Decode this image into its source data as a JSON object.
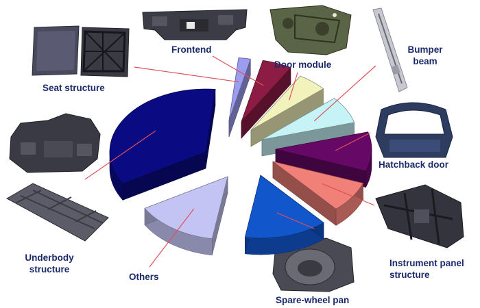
{
  "chart_data": {
    "type": "pie",
    "style": "3d-exploded",
    "slices": [
      {
        "label": "Seat structure",
        "value": 2,
        "color": "#9c9cf0",
        "label_lines": [
          "Seat structure"
        ]
      },
      {
        "label": "Frontend",
        "value": 5,
        "color": "#8c1c44",
        "label_lines": [
          "Frontend"
        ]
      },
      {
        "label": "Door module",
        "value": 5,
        "color": "#f2f2bc",
        "label_lines": [
          "Door module"
        ]
      },
      {
        "label": "Bumper beam",
        "value": 7,
        "color": "#c6f4f6",
        "label_lines": [
          "Bumper",
          "beam"
        ]
      },
      {
        "label": "Hatchback door",
        "value": 10,
        "color": "#660866",
        "label_lines": [
          "Hatchback door"
        ]
      },
      {
        "label": "Instrument panel structure",
        "value": 8,
        "color": "#f08078",
        "label_lines": [
          "Instrument panel",
          "structure"
        ]
      },
      {
        "label": "Spare-wheel pan",
        "value": 14,
        "color": "#1256cc",
        "label_lines": [
          "Spare-wheel pan"
        ]
      },
      {
        "label": "Others",
        "value": 14,
        "color": "#c4c4f4",
        "label_lines": [
          "Others"
        ]
      },
      {
        "label": "Underbody structure",
        "value": 35,
        "color": "#0a0a82",
        "label_lines": [
          "Underbody",
          "structure"
        ]
      }
    ],
    "title": "",
    "legend": "none"
  },
  "images": [
    {
      "name": "seat-structure-photo"
    },
    {
      "name": "frontend-photo"
    },
    {
      "name": "door-module-photo"
    },
    {
      "name": "bumper-beam-photo"
    },
    {
      "name": "hatchback-door-photo"
    },
    {
      "name": "underbody-shield-photo"
    },
    {
      "name": "underbody-floor-photo"
    },
    {
      "name": "instrument-panel-photo"
    },
    {
      "name": "spare-wheel-pan-photo"
    }
  ],
  "leader_color": "#e0505a",
  "label_color": "#1a2a6b"
}
